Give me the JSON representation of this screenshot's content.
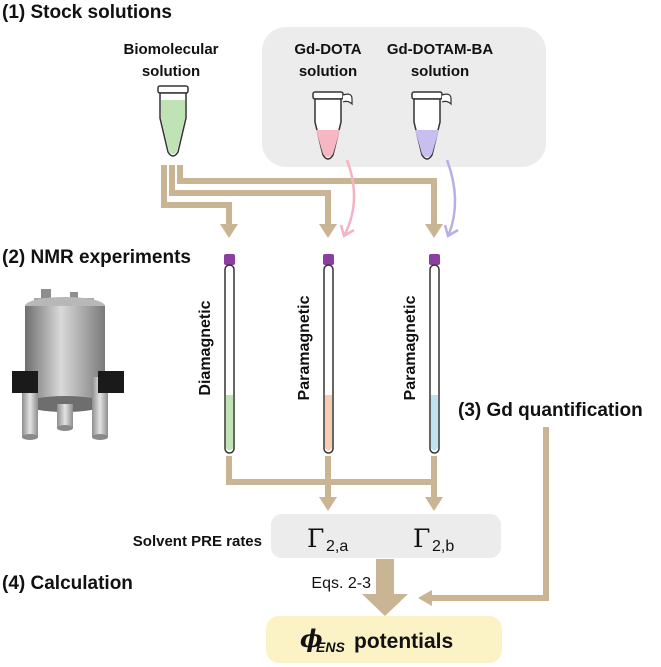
{
  "steps": {
    "stock": "(1) Stock solutions",
    "nmr": "(2) NMR experiments",
    "gd_quant": "(3) Gd quantification",
    "calc": "(4) Calculation"
  },
  "solutions": {
    "bio_line1": "Biomolecular",
    "bio_line2": "solution",
    "gddota_line1": "Gd-DOTA",
    "gddota_line2": "solution",
    "gddotamba_line1": "Gd-DOTAM-BA",
    "gddotamba_line2": "solution"
  },
  "tubes": {
    "diamagnetic": "Diamagnetic",
    "paramagnetic_a": "Paramagnetic",
    "paramagnetic_b": "Paramagnetic"
  },
  "pre": {
    "label": "Solvent PRE rates",
    "gamma_symbol": "Γ",
    "sub_a": "2,a",
    "sub_b": "2,b"
  },
  "equations": "Eqs. 2-3",
  "result": {
    "symbol": "ϕ",
    "subscript": "ENS",
    "label": "potentials"
  },
  "colors": {
    "arrow": "#c9b593",
    "bio_solution": "#bfe3b4",
    "gddota_solution": "#f6b6c2",
    "gddotamba_solution": "#c9bfee",
    "gd_panel": "#ececec",
    "result_box": "#fbf2c6",
    "tube_cap": "#8a3fa0",
    "pink_arrow": "#f4b3c0",
    "purple_arrow": "#b9aee6"
  }
}
